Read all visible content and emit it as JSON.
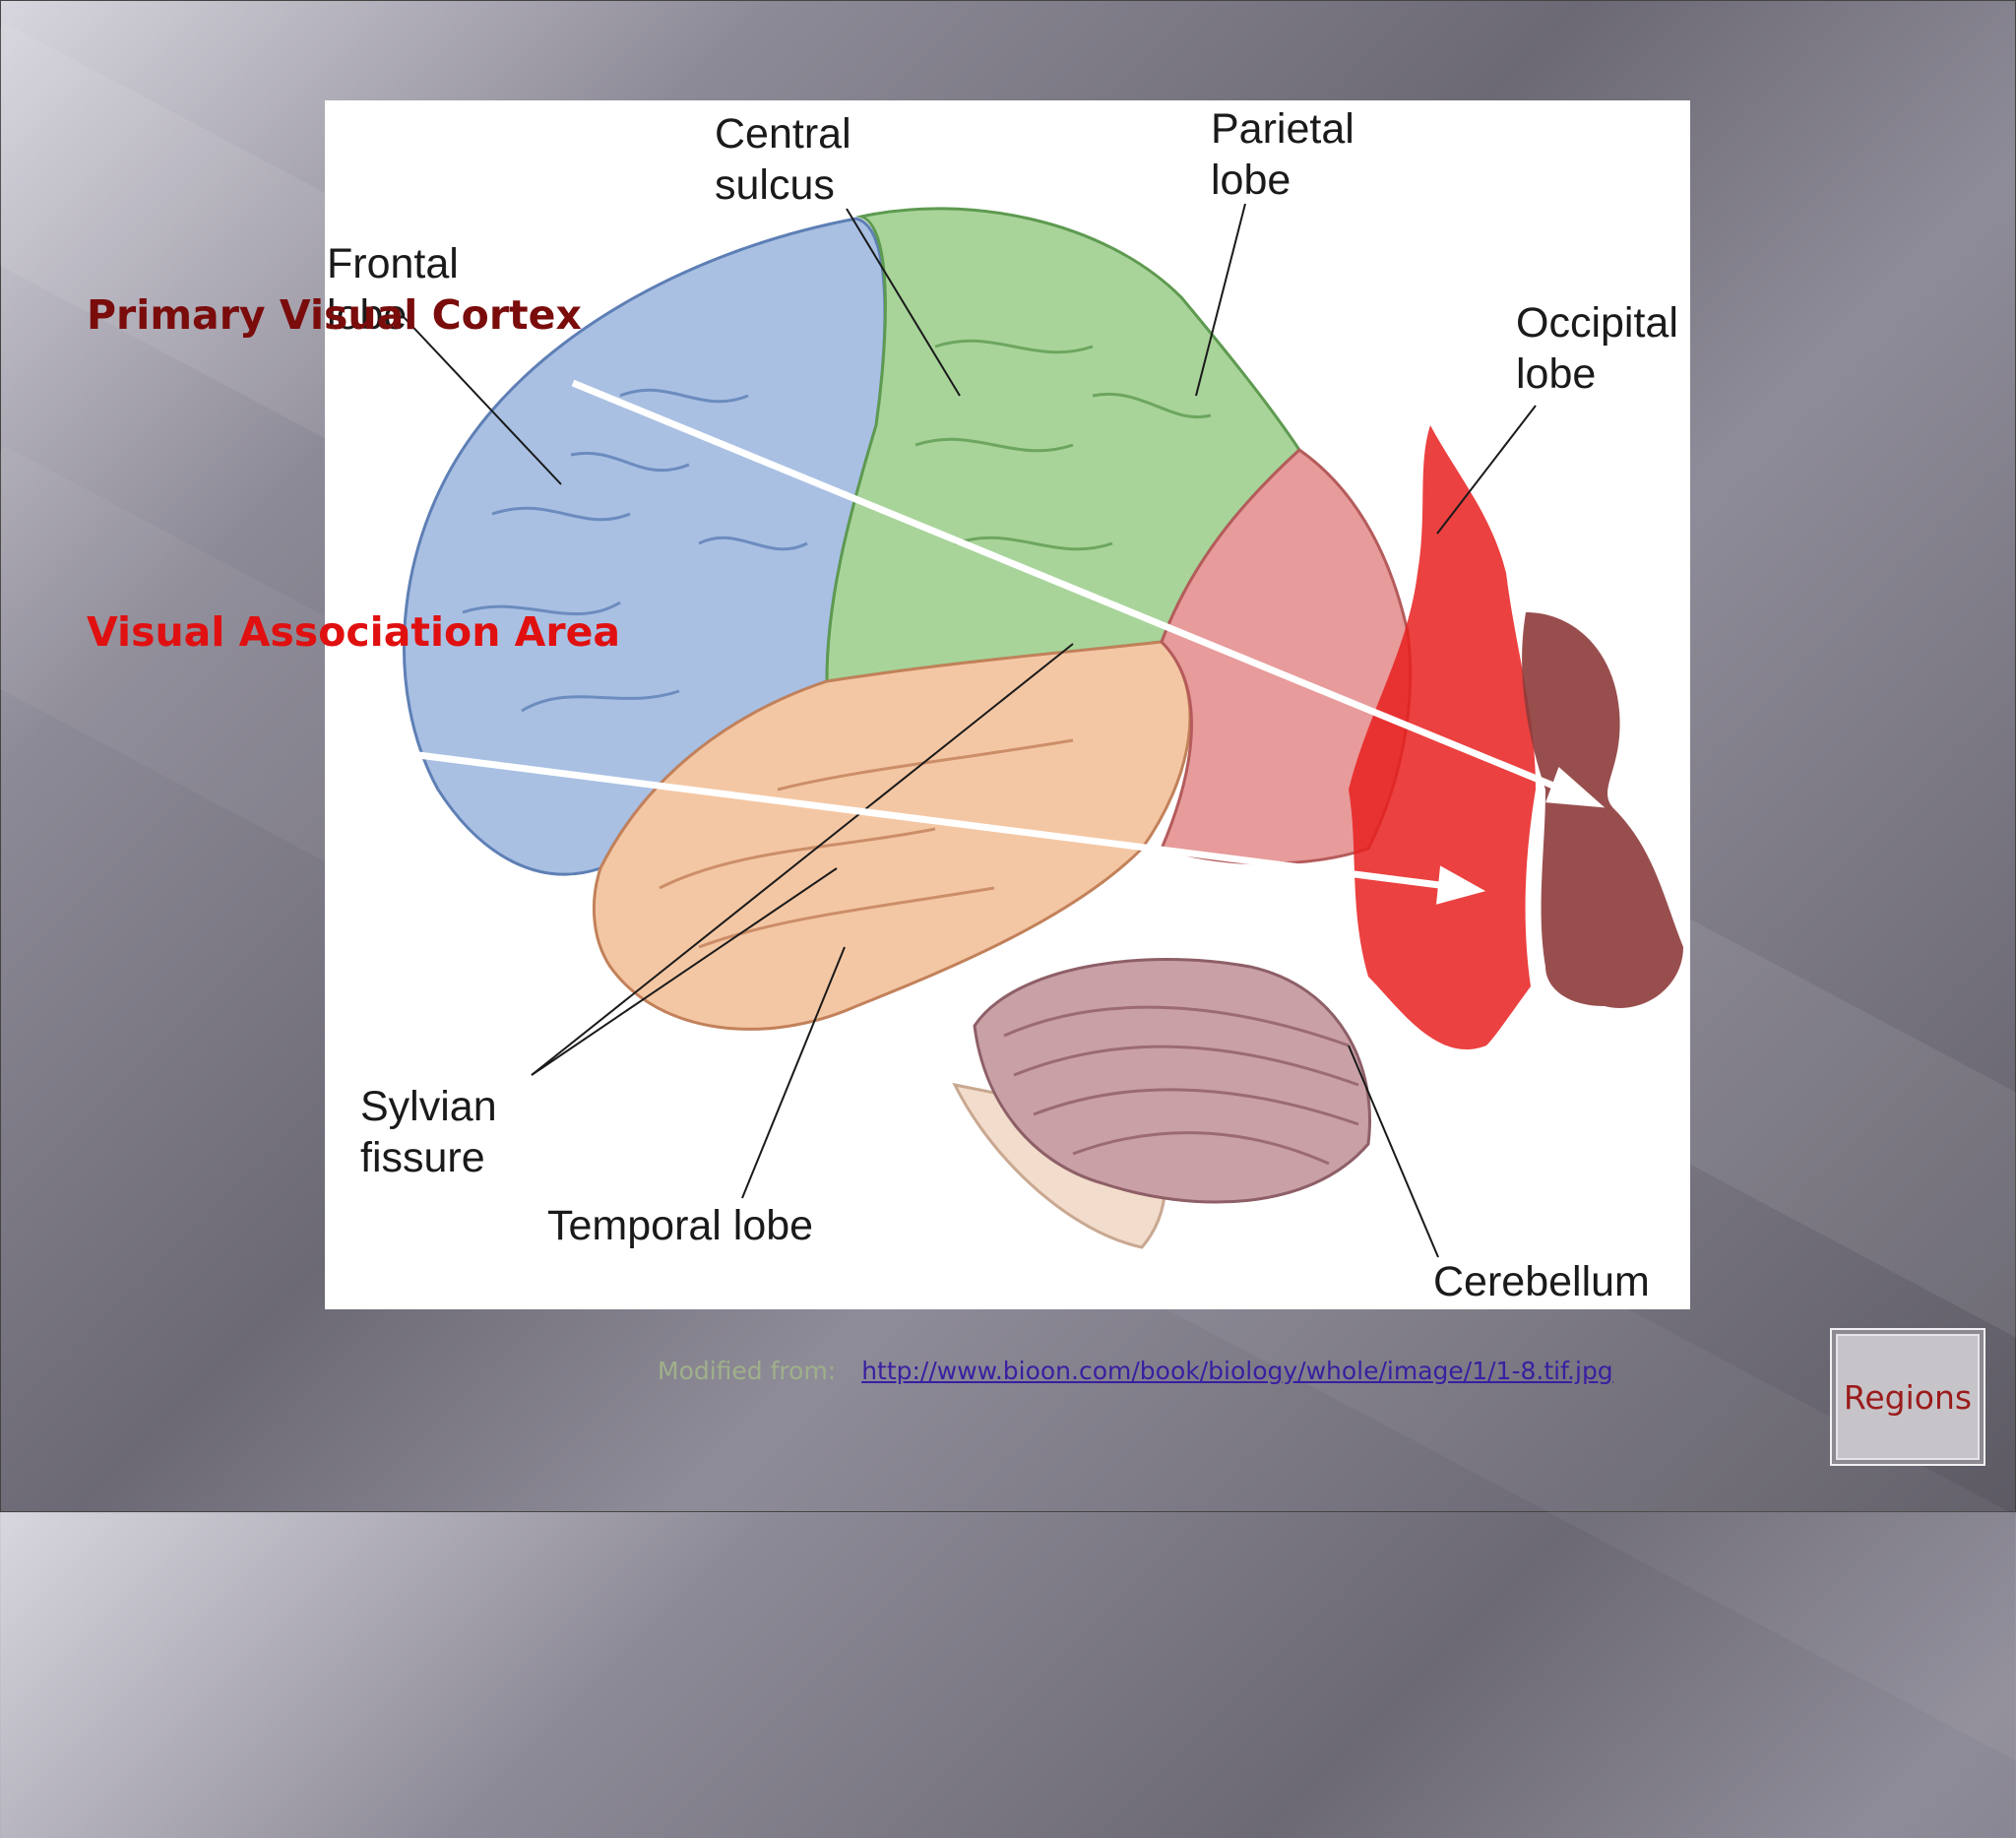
{
  "slide": {
    "overlay_labels": {
      "primary_visual_cortex": "Primary Visual Cortex",
      "visual_association_area": "Visual Association Area"
    },
    "figure_labels": {
      "central_sulcus": "Central\nsulcus",
      "parietal_lobe": "Parietal\nlobe",
      "frontal_lobe": "Frontal\nlobe",
      "occipital_lobe": "Occipital\nlobe",
      "sylvian_fissure": "Sylvian\nfissure",
      "temporal_lobe": "Temporal lobe",
      "cerebellum": "Cerebellum"
    },
    "credit": {
      "prefix": "Modified from:",
      "url": "http://www.bioon.com/book/biology/whole/image/1/1-8.tif.jpg"
    },
    "regions_button": "Regions",
    "colors": {
      "frontal": "#a9c0e3",
      "parietal": "#a8d49a",
      "temporal": "#f4c7a4",
      "occipital": "#e79b9b",
      "cerebellum": "#c9a0a6",
      "primary_visual_highlight": "#e8201f",
      "association_highlight": "#8e3b3b",
      "primary_label": "#7a0c0c",
      "association_label": "#e01010"
    }
  }
}
